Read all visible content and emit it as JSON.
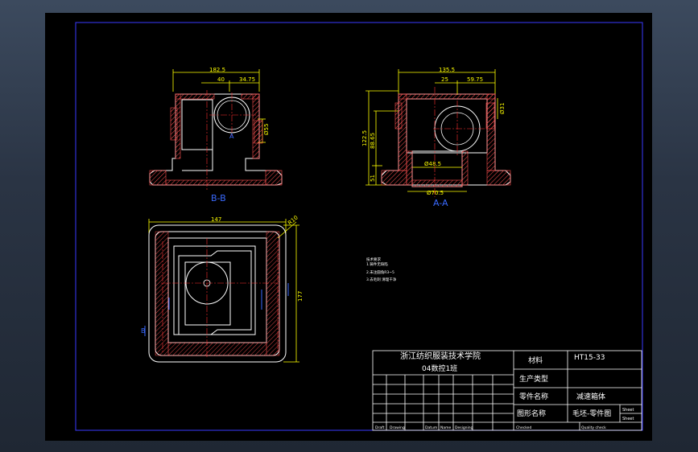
{
  "drawing": {
    "view_bb_label": "B-B",
    "view_aa_label": "A-A",
    "dims_left": {
      "overall": "182.5",
      "a": "40",
      "b": "34.75",
      "dia": "Ø55",
      "mark": "A"
    },
    "dims_right": {
      "overall": "135.5",
      "a": "25",
      "b": "59.75",
      "dia": "Ø31",
      "h1": "122.5",
      "h2": "88.65",
      "h3": "51",
      "bore": "Ø48.5",
      "base": "Ø70.5"
    },
    "dims_top": {
      "width": "147",
      "height": "177",
      "r": "R10",
      "mark_b": "B"
    },
    "notes": [
      "技术要求",
      "1.铸件无缺陷",
      "2.未注圆角R3~5",
      "3.去毛刺 清理干净"
    ]
  },
  "title_block": {
    "school": "浙江纺织服装技术学院",
    "class": "04数控1班",
    "material_label": "材料",
    "material_value": "HT15-33",
    "production_label": "生产类型",
    "part_label": "零件名称",
    "part_value": "减速箱体",
    "drawing_label": "图形名称",
    "drawing_value": "毛坯-零件图",
    "sheet1": "Sheet",
    "sheet2": "Sheet",
    "footer": [
      "Draft",
      "Drawing",
      "Datum",
      "Name",
      "Designing",
      "Checked",
      "Quality check"
    ]
  },
  "colors": {
    "frame": "#3a3aff",
    "outline": "#ffffff",
    "dim": "#ffff00",
    "center": "#ff3030",
    "hatch": "#ff5050",
    "label": "#3a6aff"
  }
}
